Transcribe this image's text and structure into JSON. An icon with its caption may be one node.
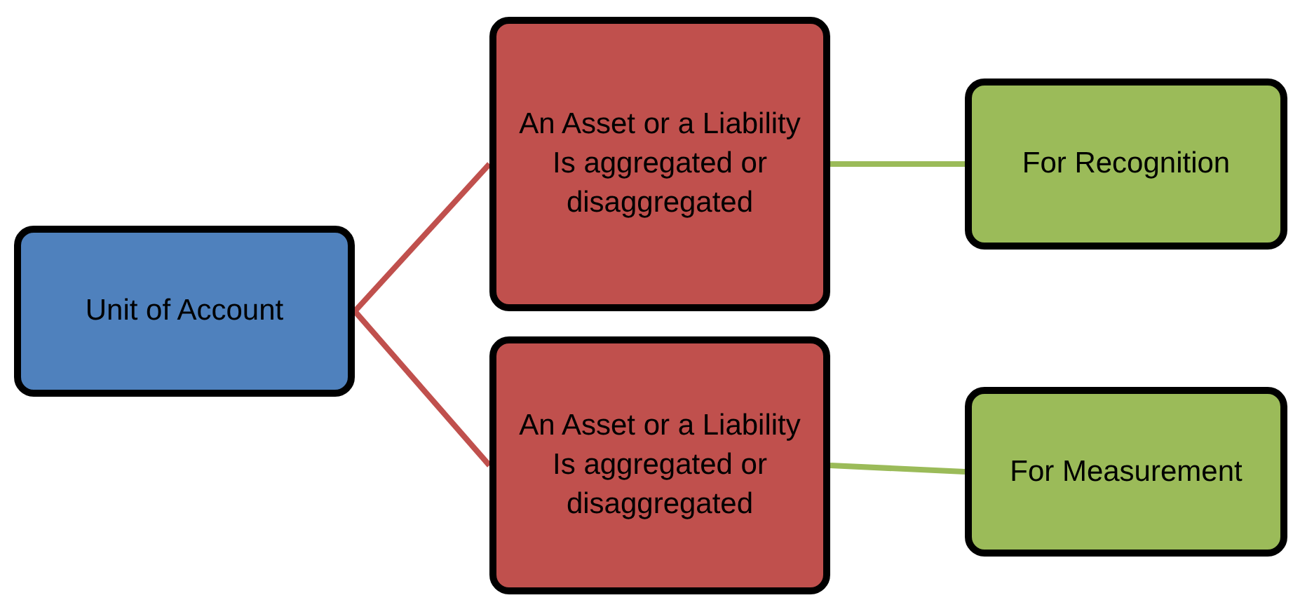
{
  "diagram": {
    "nodes": [
      {
        "text": [
          "Unit of Account"
        ]
      },
      {
        "text": [
          "An Asset or a Liability Is aggregated or disaggregated"
        ]
      },
      {
        "text": [
          "An Asset or a Liability Is aggregated or disaggregated"
        ]
      },
      {
        "text": [
          "For Recognition"
        ]
      },
      {
        "text": [
          "For Measurement"
        ]
      }
    ],
    "edges": [
      {
        "from": 0,
        "to": 1,
        "arrow": "none",
        "color": "#c0504d"
      },
      {
        "from": 0,
        "to": 2,
        "arrow": "none",
        "color": "#c0504d"
      },
      {
        "from": 1,
        "to": 3,
        "arrow": "none",
        "color": "#9bbb59"
      },
      {
        "from": 2,
        "to": 4,
        "arrow": "none",
        "color": "#9bbb59"
      }
    ]
  }
}
